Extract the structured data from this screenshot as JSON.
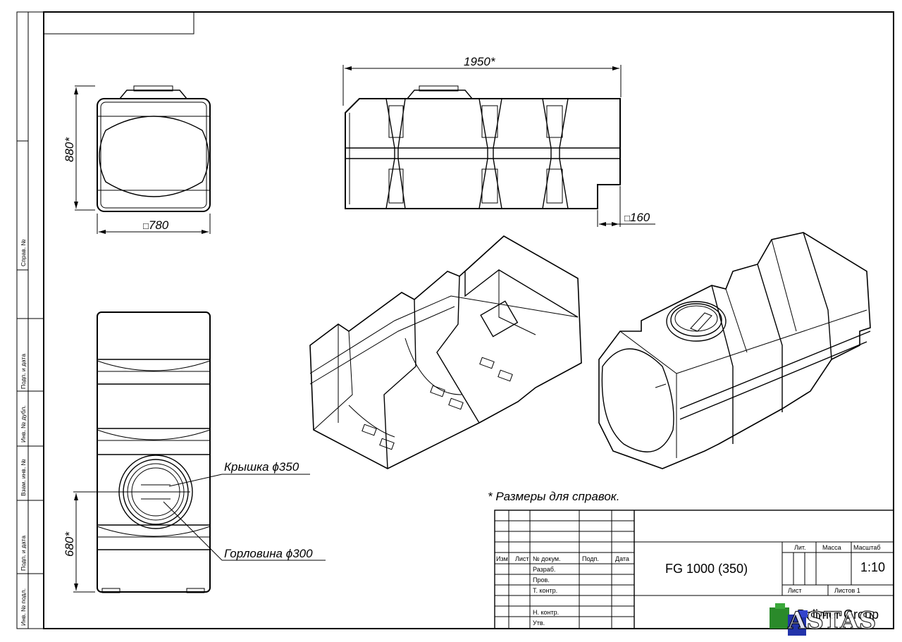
{
  "drawing": {
    "model": "FG 1000 (350)",
    "scale": "1:10",
    "sheet_label": "Лист",
    "sheets_label": "Листов 1",
    "company": "Polimer Group",
    "note": "* Размеры для справок.",
    "logo_text": "ASTAS"
  },
  "dimensions": {
    "length": "1950*",
    "height": "880*",
    "width": "780",
    "foot": "160",
    "hatch_offset": "680*"
  },
  "callouts": {
    "lid": "Крышка",
    "lid_value": "350",
    "neck": "Горловина",
    "neck_value": "300",
    "diameter_symbol": "ϕ",
    "square_symbol": "□"
  },
  "title_block": {
    "cols": [
      "Изм.",
      "Лист",
      "№ докум.",
      "Подп.",
      "Дата"
    ],
    "rows": [
      "Разраб.",
      "Пров.",
      "Т. контр.",
      "Н. контр.",
      "Утв."
    ],
    "lit_header": "Лит.",
    "mass_header": "Масса",
    "scale_header": "Масштаб"
  },
  "side_stamp": [
    "Справ. №",
    "Подп. и дата",
    "Инв. № дубл.",
    "Взам. инв. №",
    "Подп. и дата",
    "Инв. № подл."
  ]
}
